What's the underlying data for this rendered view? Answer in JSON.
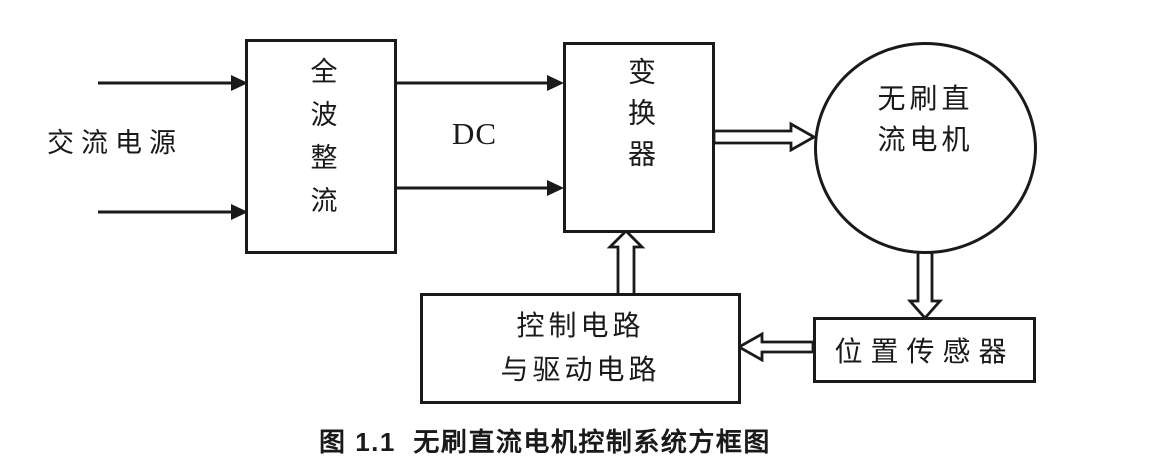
{
  "diagram": {
    "labels": {
      "ac_source": "交流电源",
      "dc": "DC"
    },
    "nodes": {
      "rectifier": "全波整流",
      "converter": "变换器",
      "motor": "无刷直\n流电机",
      "control": "控制电路\n与驱动电路",
      "sensor": "位置传感器"
    },
    "caption": "图 1.1  无刷直流电机控制系统方框图",
    "colors": {
      "ink": "#1a1a1a",
      "background": "#ffffff"
    }
  }
}
